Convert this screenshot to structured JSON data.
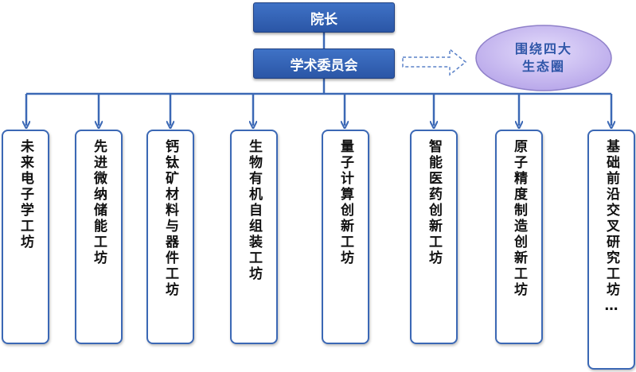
{
  "dean": {
    "label": "院长"
  },
  "committee": {
    "label": "学术委员会"
  },
  "ecosystem": {
    "label": "围绕四大\n生态圈"
  },
  "workshops": [
    {
      "label": "未来电子学工坊"
    },
    {
      "label": "先进微纳储能工坊"
    },
    {
      "label": "钙钛矿材料与器件工坊"
    },
    {
      "label": "生物有机自组装工坊"
    },
    {
      "label": "量子计算创新工坊"
    },
    {
      "label": "智能医药创新工坊"
    },
    {
      "label": "原子精度制造创新工坊"
    },
    {
      "label": "基础前沿交叉研究工坊…"
    }
  ],
  "colors": {
    "box_fill": "#2f5ead",
    "line": "#3b68b5",
    "ellipse_fill": "#cdbff0",
    "ellipse_text": "#2f56a8"
  }
}
